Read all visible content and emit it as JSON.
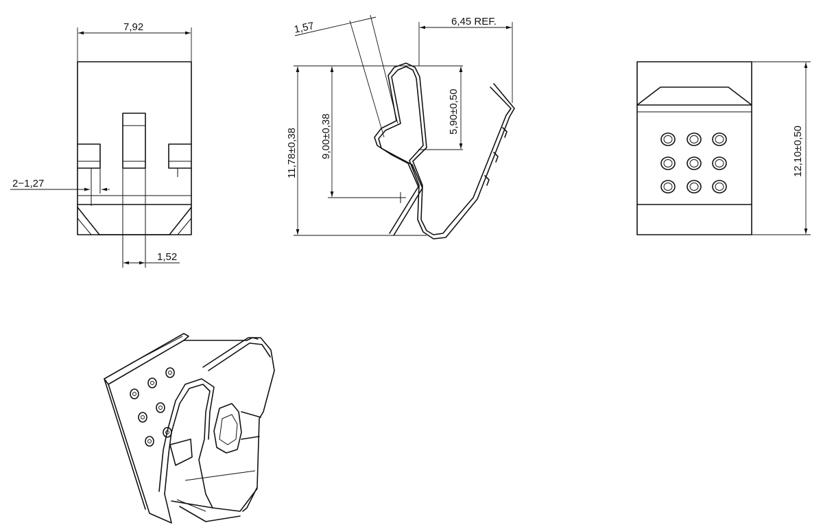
{
  "drawing": {
    "front_view": {
      "width_dim": "7,92",
      "slot_dim": "2−1,27",
      "tab_dim": "1,52"
    },
    "side_view": {
      "thickness_dim": "1,57",
      "ref_dim": "6,45  REF.",
      "height_dim": "11,78±0,38",
      "mid_height_dim": "9,00±0,38",
      "upper_dim": "5,90±0,50"
    },
    "rear_view": {
      "height_dim": "12,10±0,50",
      "dimple_count": 9
    },
    "iso_view": {
      "dimple_count": 7
    }
  }
}
